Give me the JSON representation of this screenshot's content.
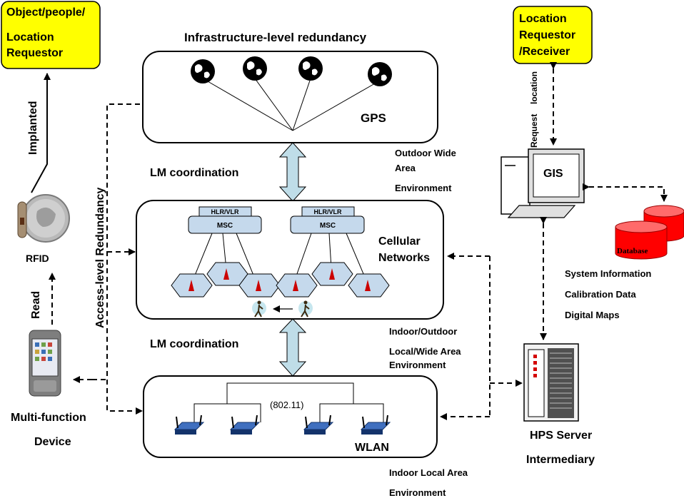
{
  "requestor_left": [
    "Object/people/",
    "Location",
    "Requestor"
  ],
  "requestor_right": [
    "Location",
    "Requestor",
    "/Receiver"
  ],
  "infra_title": "Infrastructure-level redundancy",
  "gps_label": "GPS",
  "outdoor_env": [
    "Outdoor Wide",
    "Area",
    "Environment"
  ],
  "lm_coordination": "LM coordination",
  "cellular_label": [
    "Cellular",
    "Networks"
  ],
  "hlr_vlr": "HLR/VLR",
  "msc": "MSC",
  "indoor_outdoor_env": [
    "Indoor/Outdoor",
    "Local/Wide Area",
    "Environment"
  ],
  "wlan_standard": "(802.11)",
  "wlan_label": "WLAN",
  "indoor_local_env": [
    "Indoor Local Area",
    "Environment"
  ],
  "implanted": "Implanted",
  "rfid": "RFID",
  "read": "Read",
  "access_redundancy": "Access-level Redundancy",
  "device_label": [
    "Multi-function",
    "Device"
  ],
  "request_location": [
    "Request",
    "location"
  ],
  "gis": "GIS",
  "database": "Database",
  "db_info": [
    "System Information",
    "Calibration Data",
    "Digital Maps"
  ],
  "hps_server": [
    "HPS Server",
    "Intermediary"
  ],
  "colors": {
    "requestor_fill": "#ffff00",
    "msc_fill": "#c5d9ec",
    "cell_fill": "#c5d9ec",
    "arrow_fill": "#bfdde8",
    "database_fill": "#ff0000",
    "antenna_fill": "#cc0000"
  },
  "icons": [
    "globe-icon",
    "cell-tower-icon",
    "walking-person-icon",
    "wireless-router-icon",
    "computer-icon",
    "database-icon",
    "server-icon",
    "rfid-tag-icon",
    "coin-icon",
    "pda-icon"
  ]
}
